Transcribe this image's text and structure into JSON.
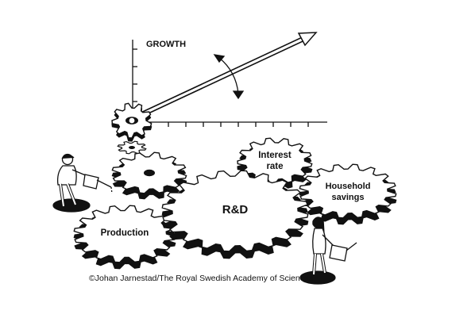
{
  "diagram": {
    "axis_label": "GROWTH",
    "gears": {
      "interest_rate": [
        "Interest",
        "rate"
      ],
      "household_savings": [
        "Household",
        "savings"
      ],
      "rd": "R&D",
      "production": "Production"
    },
    "credit": "©Johan Jarnestad/The Royal Swedish Academy of Sciences"
  },
  "colors": {
    "ink": "#111111",
    "background": "#ffffff"
  },
  "icons": [
    "rotation-arrow-icon",
    "worker-figure-icon",
    "oil-can-icon",
    "watering-can-icon"
  ]
}
